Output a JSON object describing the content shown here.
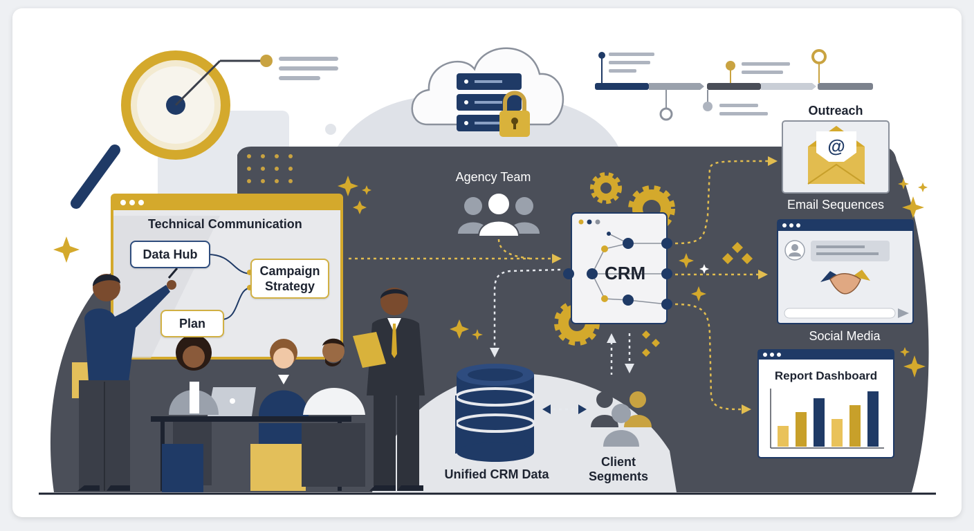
{
  "panel_title": "Technical Communication",
  "nodes": {
    "data_hub": "Data Hub",
    "campaign_strategy_line1": "Campaign",
    "campaign_strategy_line2": "Strategy",
    "plan": "Plan",
    "agency_team": "Agency Team",
    "crm": "CRM",
    "unified_crm_data": "Unified CRM Data",
    "client_segments_line1": "Client",
    "client_segments_line2": "Segments",
    "outreach": "Outreach",
    "email_sequences": "Email Sequences",
    "social_media": "Social Media",
    "report_dashboard": "Report Dashboard"
  },
  "email_glyph": "@",
  "colors": {
    "navy": "#1f3a66",
    "gold": "#d4a92c",
    "dark_gray": "#4a4e58",
    "light_gray": "#d9dde4"
  },
  "dashboard_chart": {
    "type": "bar",
    "values": [
      3,
      5,
      7,
      4,
      6,
      8
    ],
    "colors": [
      "#e9c25a",
      "#c8a02a",
      "#1f3a66",
      "#e9c25a",
      "#c8a02a",
      "#1f3a66"
    ]
  }
}
